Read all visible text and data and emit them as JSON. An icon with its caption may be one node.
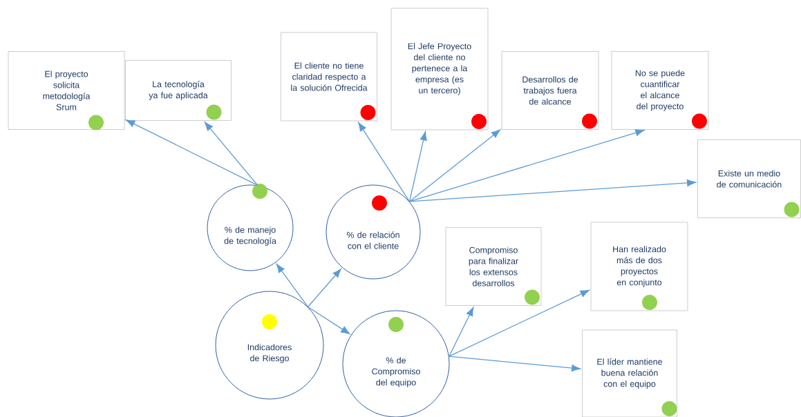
{
  "diagram": {
    "nodes": [
      {
        "text": [
          "El proyecto solicita metodología Srum"
        ]
      },
      {
        "text": [
          "La tecnología ya fue aplicada"
        ]
      },
      {
        "text": [
          "El cliente no tiene claridad respecto a la solución Ofrecida"
        ]
      },
      {
        "text": [
          "El Jefe Proyecto del cliente no pertenece a la empresa (es un tercero)"
        ]
      },
      {
        "text": [
          "Desarrollos de trabajos fuera de alcance"
        ]
      },
      {
        "text": [
          "No se puede cuantificar el alcance del proyecto"
        ]
      },
      {
        "text": [
          "Existe un medio de comunicación"
        ]
      },
      {
        "text": [
          "% de manejo de tecnología"
        ]
      },
      {
        "text": [
          "% de relación con el cliente"
        ]
      },
      {
        "text": [
          "Compromiso para finalizar los extensos desarrollos"
        ]
      },
      {
        "text": [
          "Han realizado más de dos proyectos en conjunto"
        ]
      },
      {
        "text": [
          "Indicadores de Riesgo"
        ]
      },
      {
        "text": [
          "% de Compromiso del equipo"
        ]
      },
      {
        "text": [
          "El líder mantiene buena relación con el equipo"
        ]
      },
      {
        "text": [],
        "shape": "circle",
        "in": 0
      },
      {
        "text": [],
        "shape": "circle",
        "in": 1
      },
      {
        "text": [],
        "shape": "circle",
        "in": 2
      },
      {
        "text": [],
        "shape": "circle",
        "in": 3
      },
      {
        "text": [],
        "shape": "circle",
        "in": 4
      },
      {
        "text": [],
        "shape": "circle",
        "in": 5
      },
      {
        "text": [],
        "shape": "circle",
        "in": 6
      },
      {
        "text": [],
        "shape": "circle",
        "in": 7
      },
      {
        "text": [],
        "shape": "circle",
        "in": 8
      },
      {
        "text": [],
        "shape": "circle",
        "in": 9
      },
      {
        "text": [],
        "shape": "circle",
        "in": 10
      },
      {
        "text": [],
        "shape": "circle",
        "in": 11
      },
      {
        "text": [],
        "shape": "circle",
        "in": 12
      },
      {
        "text": [],
        "shape": "circle",
        "in": 13
      }
    ],
    "edges": [
      {
        "from": 11,
        "to": 7,
        "arrow": "to"
      },
      {
        "from": 11,
        "to": 8,
        "arrow": "to"
      },
      {
        "from": 11,
        "to": 12,
        "arrow": "to"
      },
      {
        "from": 7,
        "to": 0,
        "arrow": "to"
      },
      {
        "from": 7,
        "to": 1,
        "arrow": "to"
      },
      {
        "from": 8,
        "to": 2,
        "arrow": "to"
      },
      {
        "from": 8,
        "to": 3,
        "arrow": "to"
      },
      {
        "from": 8,
        "to": 4,
        "arrow": "to"
      },
      {
        "from": 8,
        "to": 5,
        "arrow": "to"
      },
      {
        "from": 8,
        "to": 6,
        "arrow": "to"
      },
      {
        "from": 12,
        "to": 9,
        "arrow": "to"
      },
      {
        "from": 12,
        "to": 10,
        "arrow": "to"
      },
      {
        "from": 12,
        "to": 13,
        "arrow": "to"
      }
    ]
  }
}
